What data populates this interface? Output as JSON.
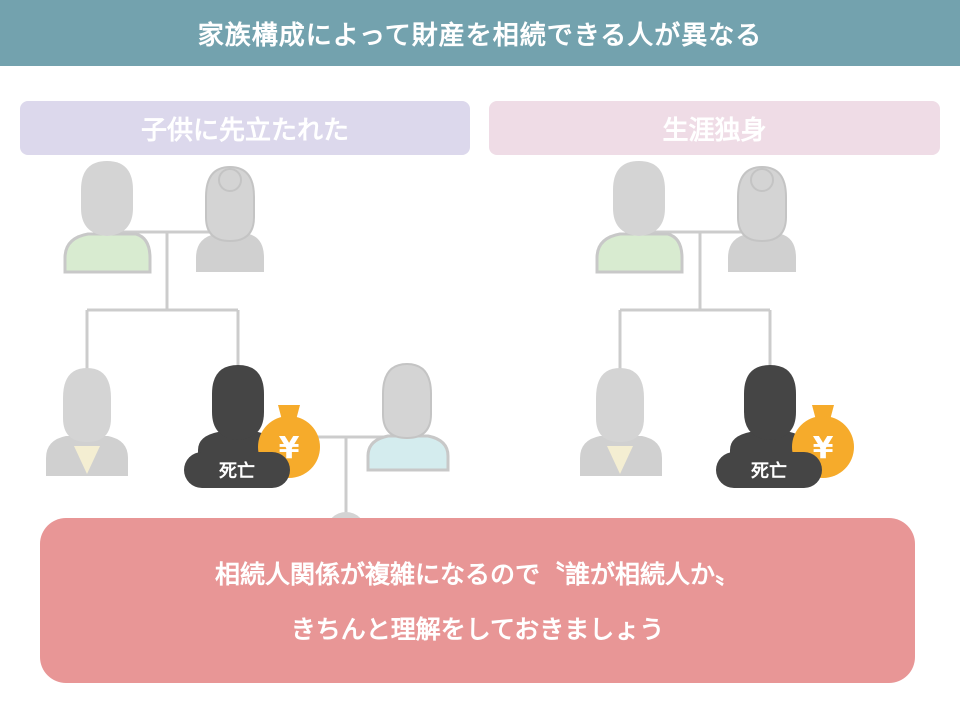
{
  "title": "家族構成によって財産を相続できる人が異なる",
  "panels": {
    "left": {
      "label": "子供に先立たれた",
      "badge": "死亡"
    },
    "right": {
      "label": "生涯独身",
      "badge": "死亡"
    }
  },
  "currency_symbol": "¥",
  "callout": {
    "line1": "相続人関係が複雑になるので〝誰が相続人か〟",
    "line2": "きちんと理解をしておきましょう"
  },
  "colors": {
    "title_bar": "#73a2ae",
    "left_label": "#dcd8ec",
    "right_label": "#efdce6",
    "deceased": "#454545",
    "money_bag": "#f6ab2b",
    "callout": "#e89696",
    "person_gray": "#cfcfcf",
    "father_shirt": "#d8ebd0",
    "wife_shirt": "#d4ecee"
  }
}
